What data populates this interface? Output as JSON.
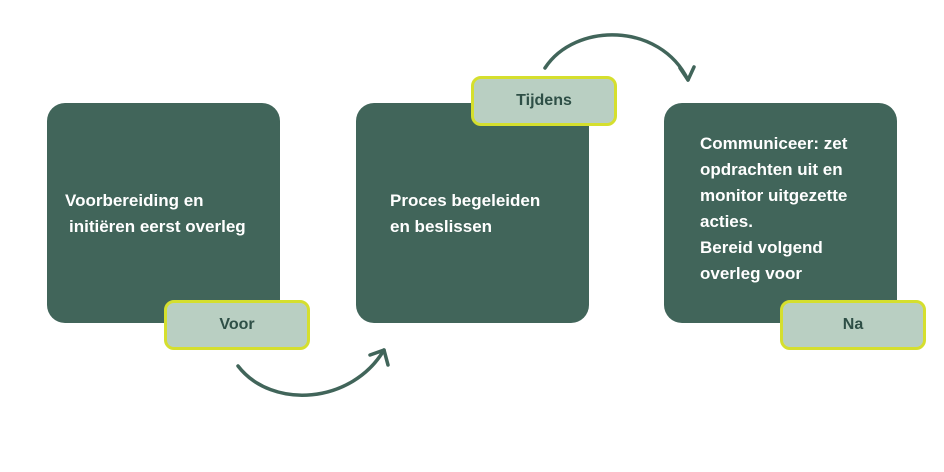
{
  "steps": [
    {
      "lines": [
        "Voorbereiding en",
        "initiëren eerst overleg"
      ],
      "tag": "Voor"
    },
    {
      "lines": [
        "Proces begeleiden",
        "en beslissen"
      ],
      "tag": "Tijdens"
    },
    {
      "lines": [
        "Communiceer: zet",
        "opdrachten uit en",
        "monitor uitgezette",
        "acties.",
        "Bereid volgend",
        "overleg voor"
      ],
      "tag": "Na"
    }
  ],
  "colors": {
    "card": "#41655a",
    "tag_fill": "#b9cfc2",
    "tag_border": "#d5df2e",
    "arrow": "#41655a"
  }
}
